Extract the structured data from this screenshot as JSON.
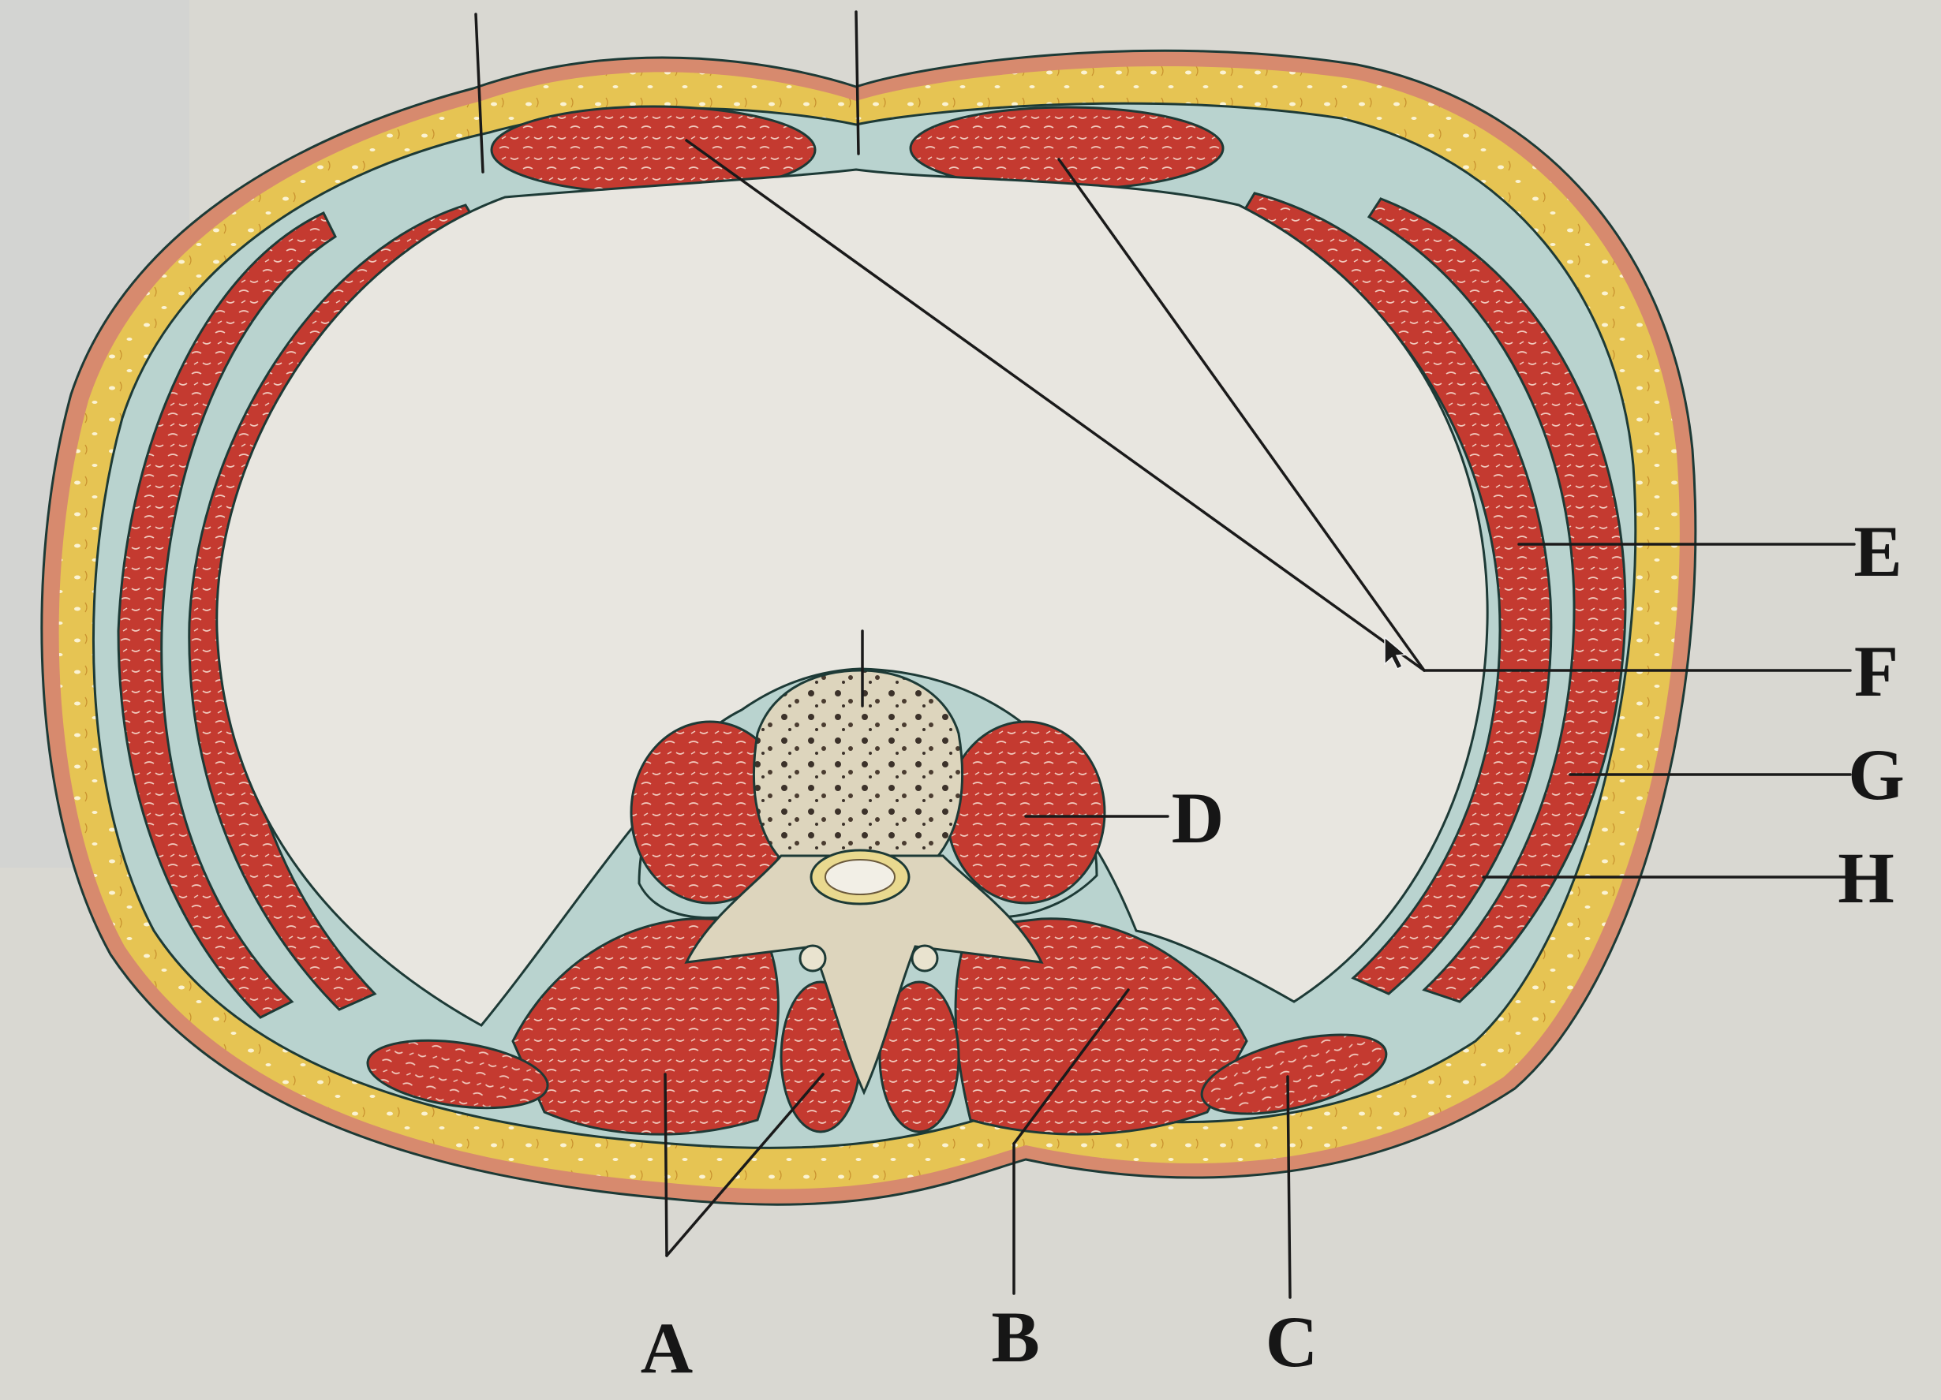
{
  "diagram": {
    "labels": [
      {
        "key": "A",
        "text": "A"
      },
      {
        "key": "B",
        "text": "B"
      },
      {
        "key": "C",
        "text": "C"
      },
      {
        "key": "D",
        "text": "D"
      },
      {
        "key": "E",
        "text": "E"
      },
      {
        "key": "F",
        "text": "F"
      },
      {
        "key": "G",
        "text": "G"
      },
      {
        "key": "H",
        "text": "H"
      }
    ],
    "colors": {
      "background": "#d9d8d2",
      "skin": "#d78a6e",
      "fat": "#e6c453",
      "fascia": "#b9d3cf",
      "muscle": "#c43a30",
      "bone": "#ddd5bd",
      "cavity": "#e8e6e0"
    }
  }
}
